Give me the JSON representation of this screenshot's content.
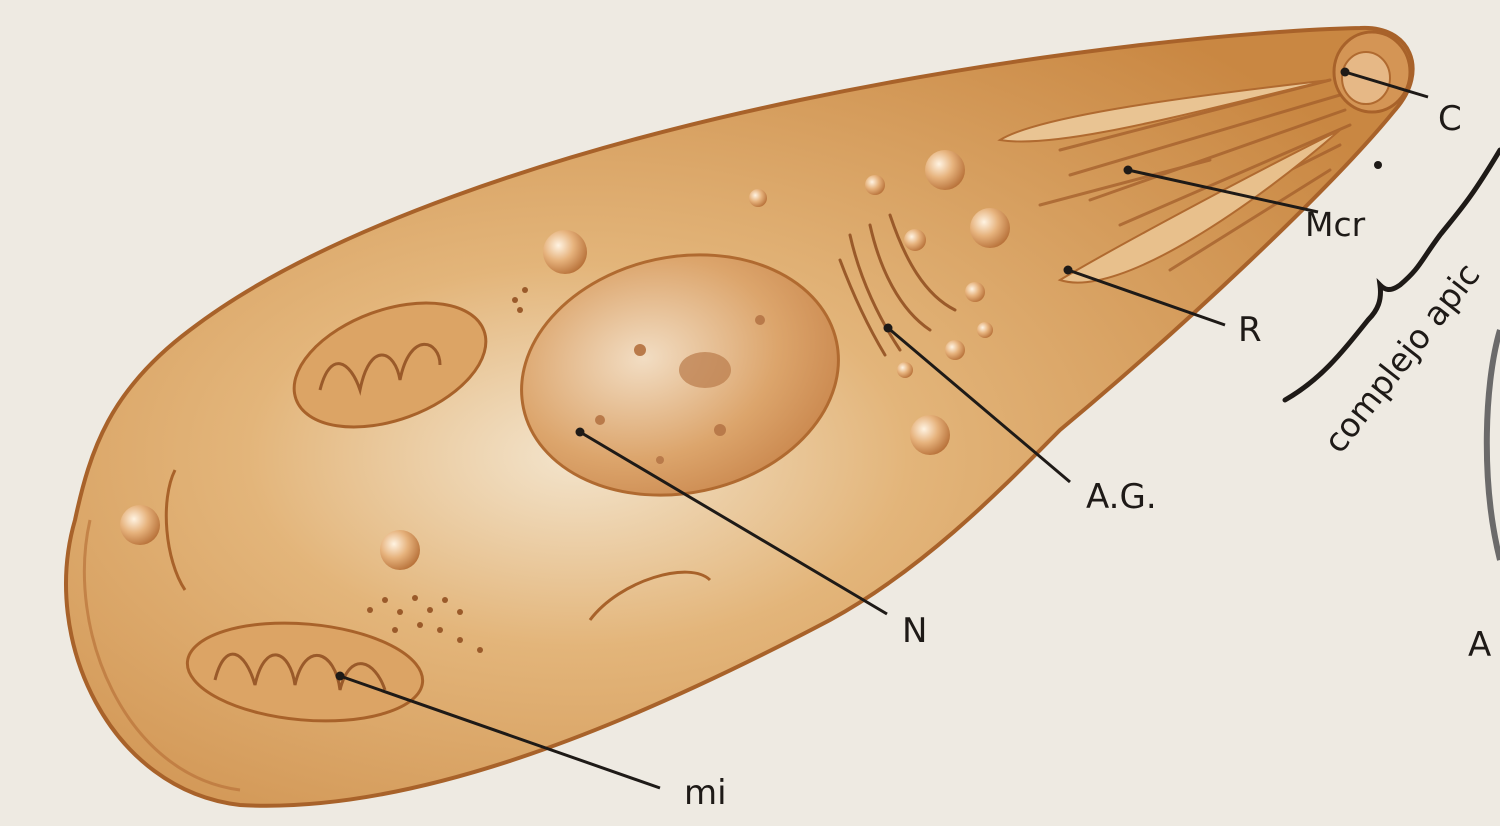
{
  "labels": {
    "c": "C",
    "mcr": "Mcr",
    "r": "R",
    "ag": "A.G.",
    "n": "N",
    "mi": "mi",
    "complex": "complejo apic",
    "a": "A"
  },
  "colors": {
    "background": "#eeeae2",
    "cell_fill": "#d69a52",
    "cell_outline": "#a8622a",
    "leader_line": "#1e1a17"
  }
}
